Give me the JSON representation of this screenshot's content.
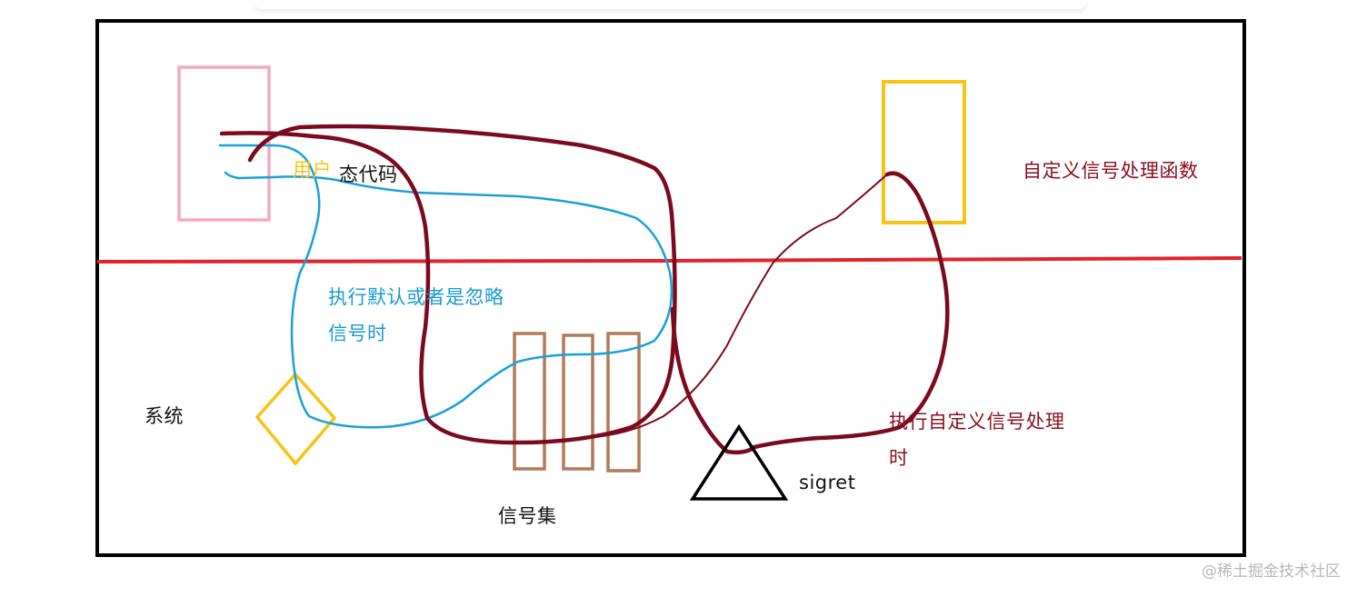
{
  "labels": {
    "user_part": "用户",
    "mode_code": "态代码",
    "custom_handler": "自定义信号处理函数",
    "default_or_ignore_line1": "执行默认或者是忽略",
    "default_or_ignore_line2": "信号时",
    "system": "系统",
    "signal_set": "信号集",
    "sigret": "sigret",
    "exec_custom_line1": "执行自定义信号处理",
    "exec_custom_line2": "时"
  },
  "watermark": "@稀土掘金技术社区",
  "colors": {
    "frame": "#000000",
    "boundary_line": "#e2232b",
    "pink_box": "#f3a8c4",
    "yellow": "#f5c414",
    "dark_red": "#7b0a1e",
    "blue": "#1aa0d8",
    "brown": "#b07a5a",
    "text_dark": "#111111",
    "text_red": "#8a1024",
    "text_blue": "#1a9ad3"
  }
}
